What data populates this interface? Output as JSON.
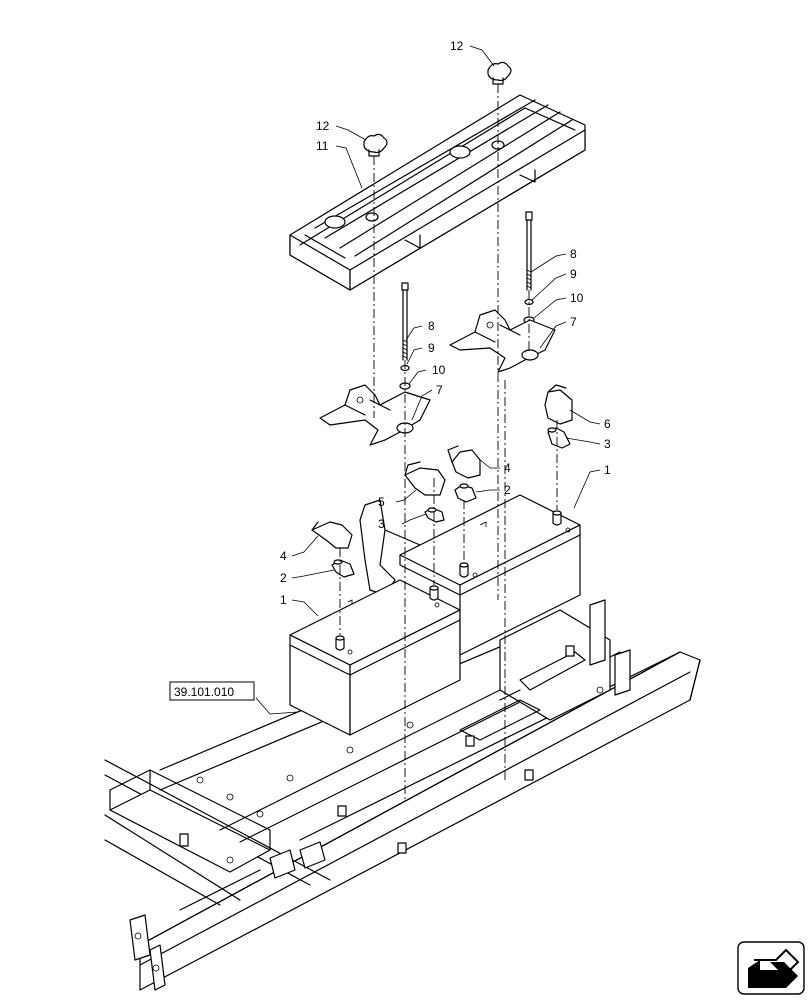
{
  "callouts": [
    "12",
    "12",
    "11",
    "8",
    "9",
    "10",
    "7",
    "8",
    "9",
    "10",
    "7",
    "6",
    "3",
    "4",
    "5",
    "2",
    "3",
    "1",
    "4",
    "2",
    "1"
  ],
  "reference": {
    "label": "39.101.010"
  },
  "nav_icon": "arrow-icon"
}
